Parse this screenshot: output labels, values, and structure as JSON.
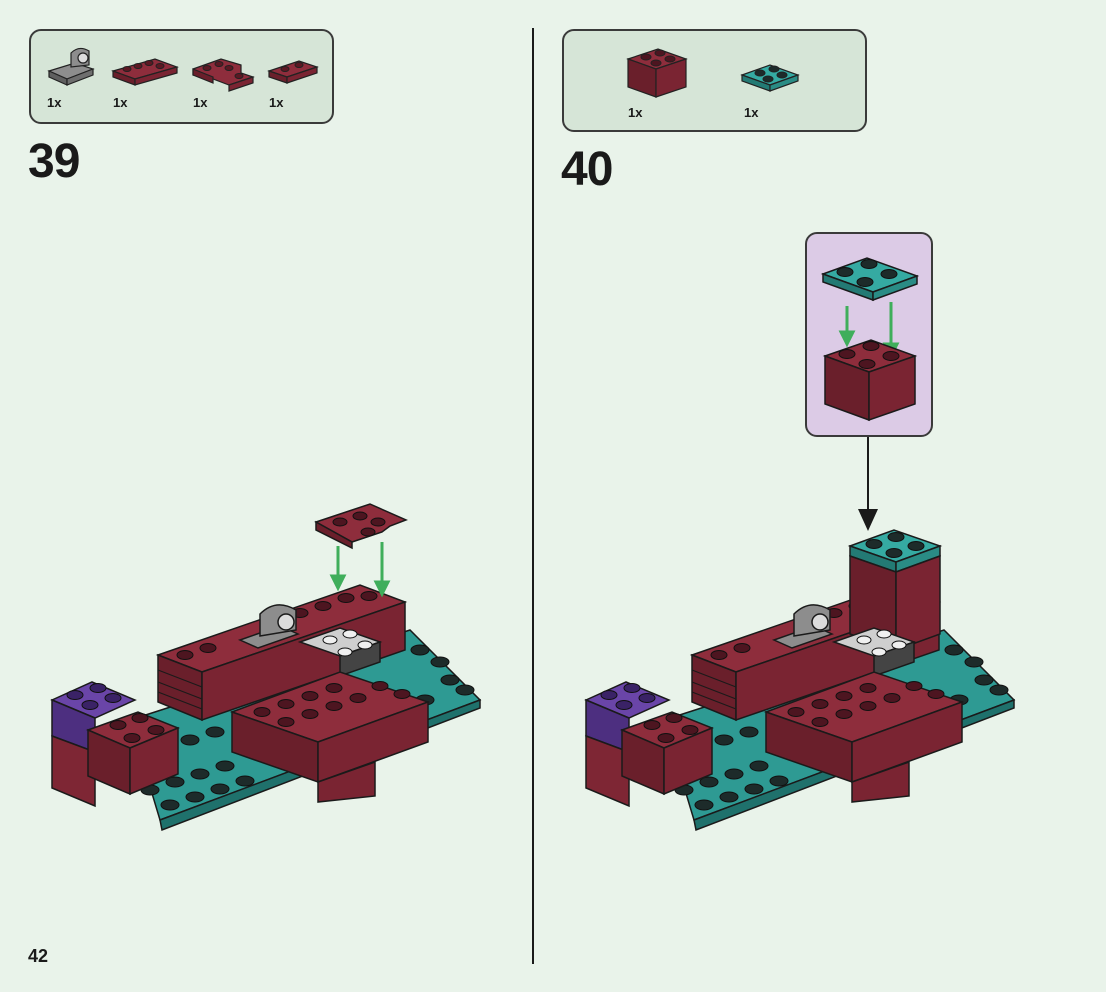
{
  "page": {
    "number": "42"
  },
  "steps": [
    {
      "number": "39",
      "parts": [
        {
          "qty": "1x",
          "icon": "gray-bracket-brick-icon",
          "color": "#7a7a7a"
        },
        {
          "qty": "1x",
          "icon": "dark-red-plate-1x4-icon",
          "color": "#7e2634"
        },
        {
          "qty": "1x",
          "icon": "dark-red-corner-plate-icon",
          "color": "#7e2634"
        },
        {
          "qty": "1x",
          "icon": "dark-red-plate-1x2-icon",
          "color": "#7e2634"
        }
      ]
    },
    {
      "number": "40",
      "parts": [
        {
          "qty": "1x",
          "icon": "dark-red-brick-2x2-icon",
          "color": "#7e2634"
        },
        {
          "qty": "1x",
          "icon": "teal-plate-2x2-icon",
          "color": "#2e9a93"
        }
      ]
    }
  ],
  "colors": {
    "dark_red": "#7e2634",
    "teal": "#2e9a93",
    "purple": "#5d3a99",
    "gray": "#7a7a7a",
    "arrow_green": "#3fae5b",
    "subassembly_bg": "#dccbe6",
    "page_bg": "#e9f3ea"
  }
}
